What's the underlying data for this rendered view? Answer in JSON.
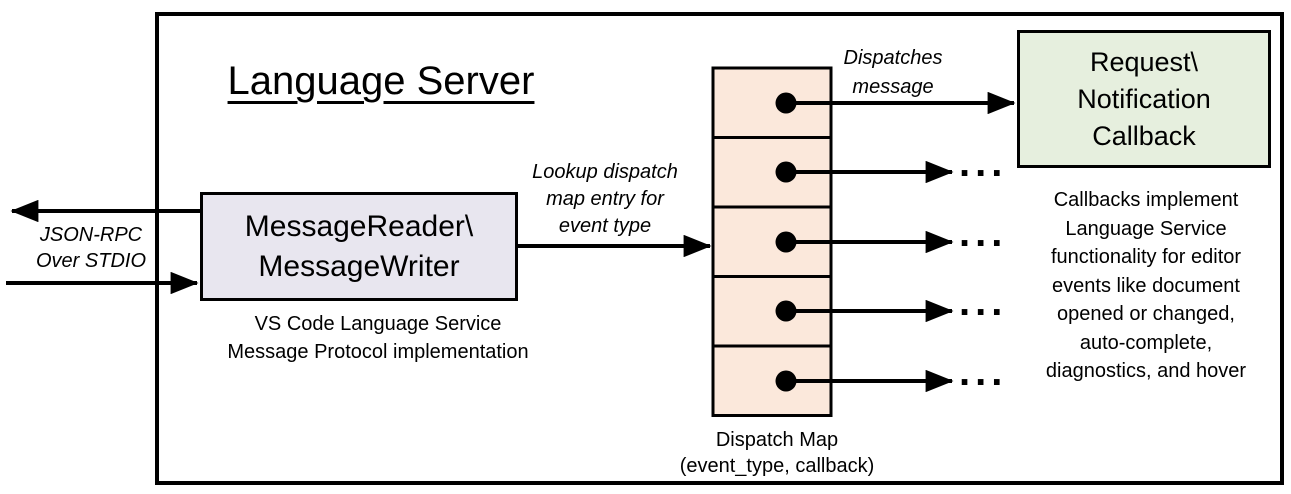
{
  "diagram": {
    "title": "Language Server",
    "transport_label": {
      "lines": [
        "JSON-RPC",
        "Over STDIO"
      ]
    },
    "reader_box": {
      "lines": [
        "MessageReader\\",
        "MessageWriter"
      ],
      "caption_lines": [
        "VS Code Language Service",
        "Message Protocol implementation"
      ]
    },
    "lookup_label": {
      "lines": [
        "Lookup dispatch",
        "map entry for",
        "event type"
      ]
    },
    "dispatches_label": {
      "lines": [
        "Dispatches",
        "message"
      ]
    },
    "callback_box": {
      "lines": [
        "Request\\",
        "Notification",
        "Callback"
      ]
    },
    "callback_note_lines": [
      "Callbacks implement",
      "Language Service",
      "functionality for editor",
      "events like document",
      "opened or changed,",
      "auto-complete,",
      "diagnostics, and hover"
    ],
    "dispatch_map_caption": {
      "lines": [
        "Dispatch Map",
        "(event_type, callback)"
      ]
    },
    "ellipsis": "...",
    "colors": {
      "reader_fill": "#E8E6EF",
      "map_fill": "#FBE8DB",
      "callback_fill": "#E6EFDE",
      "line": "#000000"
    }
  }
}
